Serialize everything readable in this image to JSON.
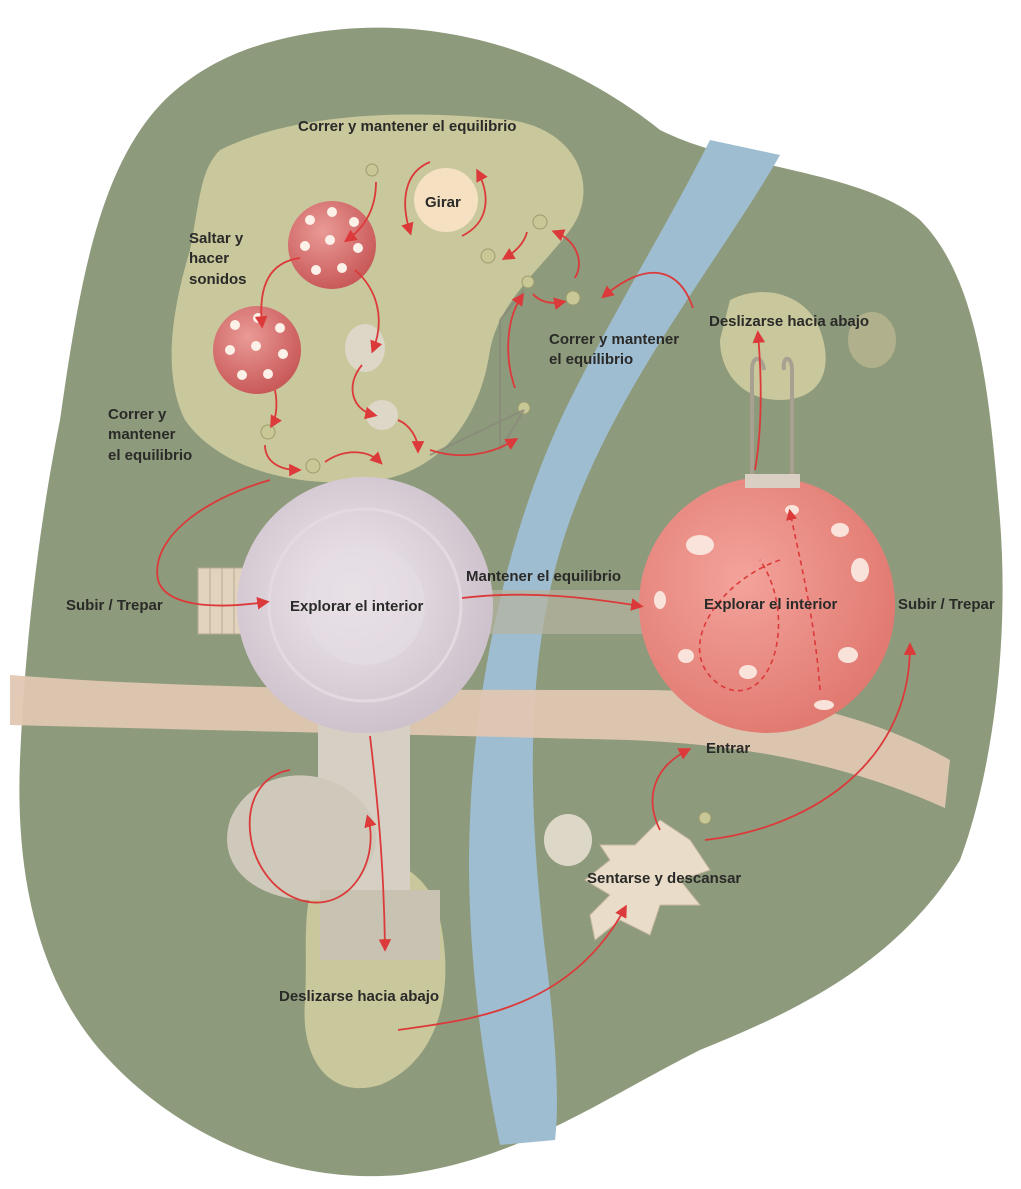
{
  "labels": {
    "correr_top": "Correr y mantener el equilibrio",
    "girar": "Girar",
    "saltar_line1": "Saltar y",
    "saltar_line2": "hacer",
    "saltar_line3": "sonidos",
    "correr_right_line1": "Correr y mantener",
    "correr_right_line2": "el equilibrio",
    "deslizarse_top": "Deslizarse hacia abajo",
    "correr_left_line1": "Correr y",
    "correr_left_line2": "mantener",
    "correr_left_line3": "el equilibrio",
    "subir_left": "Subir / Trepar",
    "explorar_left": "Explorar el interior",
    "mantener": "Mantener el equilibrio",
    "explorar_right": "Explorar el interior",
    "subir_right": "Subir / Trepar",
    "entrar": "Entrar",
    "sentarse": "Sentarse y descansar",
    "deslizarse_bottom": "Deslizarse hacia abajo"
  },
  "colors": {
    "ground": "#8e9a7c",
    "play_area": "#c9c79c",
    "water": "#9fbdd0",
    "path": "#e0c7b2",
    "arrow": "#dc3a3a",
    "mushroom": "#d96a6a",
    "dome_left": "#ddd3dc",
    "dome_right": "#e88880"
  }
}
